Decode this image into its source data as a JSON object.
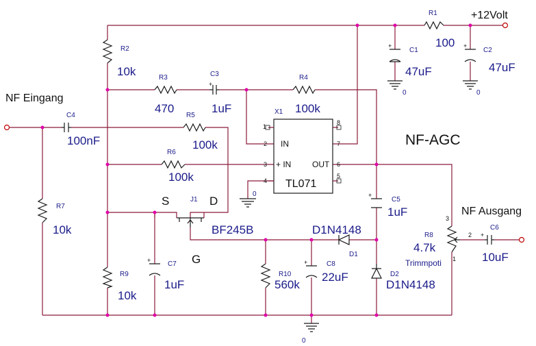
{
  "title": "NF-AGC",
  "supply": "+12Volt",
  "input_label": "NF Eingang",
  "output_label": "NF Ausgang",
  "ground_label": "0",
  "components": {
    "R1": {
      "ref": "R1",
      "value": "100"
    },
    "R2": {
      "ref": "R2",
      "value": "10k"
    },
    "R3": {
      "ref": "R3",
      "value": "470"
    },
    "R4": {
      "ref": "R4",
      "value": "100k"
    },
    "R5": {
      "ref": "R5",
      "value": "100k"
    },
    "R6": {
      "ref": "R6",
      "value": "100k"
    },
    "R7": {
      "ref": "R7",
      "value": "10k"
    },
    "R8": {
      "ref": "R8",
      "value": "4.7k",
      "note": "Trimmpoti"
    },
    "R9": {
      "ref": "R9",
      "value": "10k"
    },
    "R10": {
      "ref": "R10",
      "value": "560k"
    },
    "C1": {
      "ref": "C1",
      "value": "47uF"
    },
    "C2": {
      "ref": "C2",
      "value": "47uF"
    },
    "C3": {
      "ref": "C3",
      "value": "1uF"
    },
    "C4": {
      "ref": "C4",
      "value": "100nF"
    },
    "C5": {
      "ref": "C5",
      "value": "1uF"
    },
    "C6": {
      "ref": "C6",
      "value": "10uF"
    },
    "C7": {
      "ref": "C7",
      "value": "1uF"
    },
    "C8": {
      "ref": "C8",
      "value": "22uF"
    },
    "D1": {
      "ref": "D1",
      "value": "D1N4148"
    },
    "D2": {
      "ref": "D2",
      "value": "D1N4148"
    },
    "J1": {
      "ref": "J1",
      "value": "BF245B",
      "source": "S",
      "drain": "D",
      "gate": "G"
    },
    "X1": {
      "ref": "X1",
      "value": "TL071",
      "in_minus": "IN",
      "in_plus": "+ IN",
      "out": "OUT"
    }
  },
  "pins": {
    "x1_1": "1",
    "x1_2": "2",
    "x1_3": "3",
    "x1_4": "4",
    "x1_5": "5",
    "x1_6": "6",
    "x1_7": "7",
    "x1_8": "8",
    "r8_1": "1",
    "r8_2": "2",
    "r8_3": "3"
  },
  "colors": {
    "wire": "#8b1a3a",
    "junction": "#e000a8",
    "label": "#1a1a8a",
    "terminal": "#c00000"
  }
}
